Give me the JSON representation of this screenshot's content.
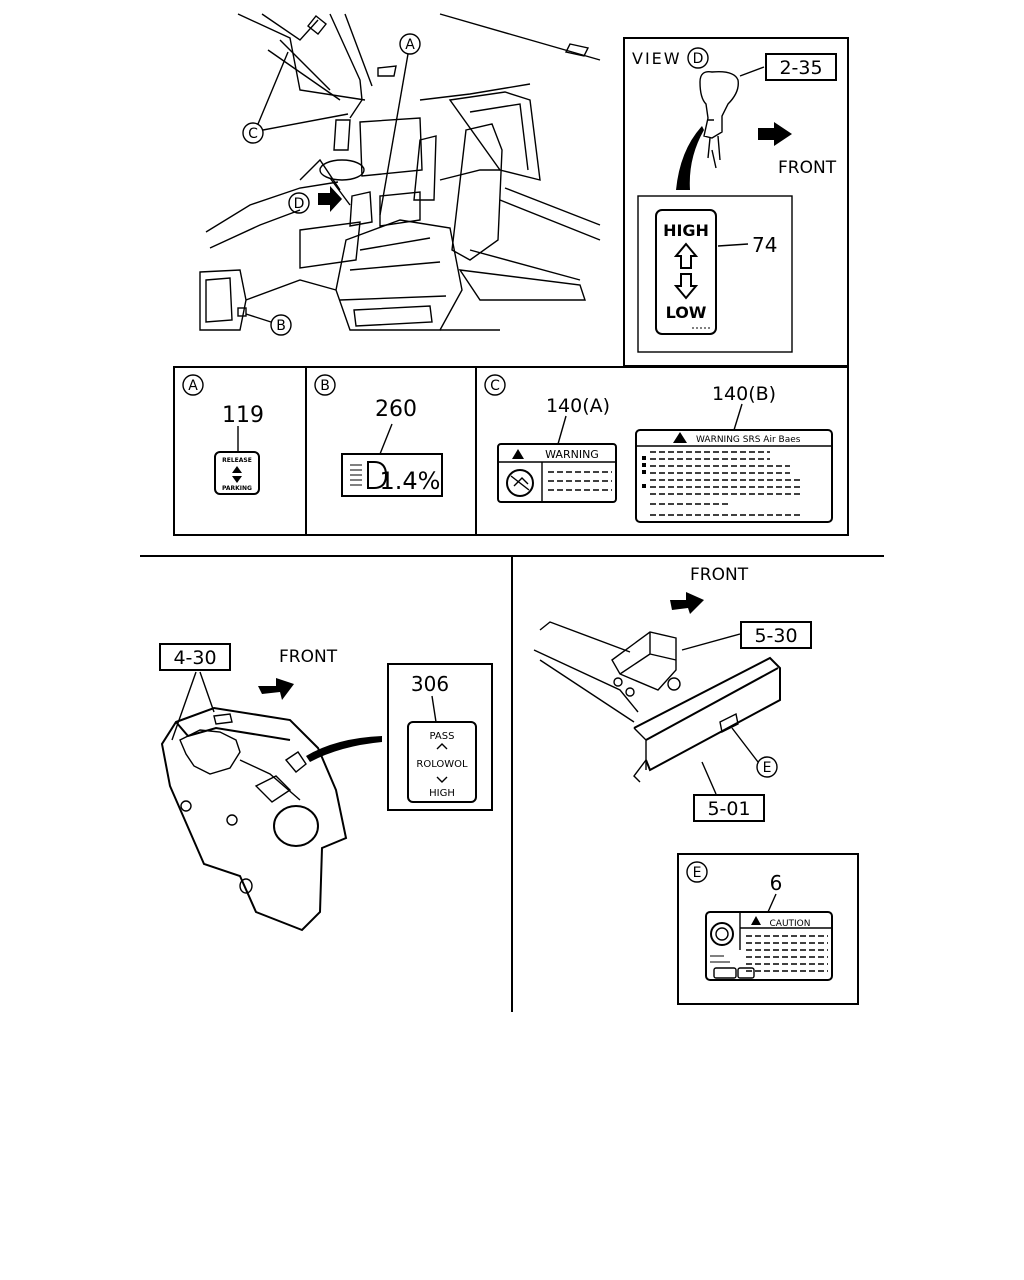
{
  "top_section": {
    "view_box": {
      "title": "VIEW",
      "view_letter": "D",
      "part_ref": "2-35",
      "direction": "FRONT",
      "label_item": "74",
      "label_high": "HIGH",
      "label_low": "LOW"
    },
    "interior_callouts": {
      "a": "A",
      "b": "B",
      "c": "C",
      "d": "D"
    }
  },
  "label_table": {
    "cell_a": {
      "letter": "A",
      "item": "119",
      "text_top": "RELEASE",
      "text_bottom": "PARKING"
    },
    "cell_b": {
      "letter": "B",
      "item": "260",
      "display": "1.4%"
    },
    "cell_c": {
      "letter": "C",
      "item_a": "140(A)",
      "warning_text": "WARNING",
      "item_b": "140(B)",
      "srs_text": "WARNING SRS Air Baes"
    }
  },
  "bottom_left": {
    "part_ref": "4-30",
    "direction": "FRONT",
    "label_item": "306",
    "label_pass": "PASS",
    "label_middle": "ROLOWOL",
    "label_high": "HIGH"
  },
  "bottom_right": {
    "direction": "FRONT",
    "part_ref_top": "5-30",
    "part_ref_bottom": "5-01",
    "callout": "E",
    "detail_letter": "E",
    "detail_item": "6",
    "caution_text": "CAUTION"
  }
}
